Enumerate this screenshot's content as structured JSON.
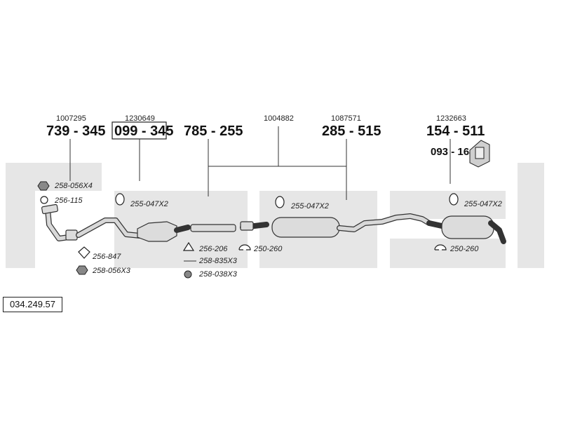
{
  "diagram": {
    "id_label": "034.249.57",
    "ref_numbers": [
      "1007295",
      "1230649",
      "1004882",
      "1087571",
      "1232663"
    ],
    "part_numbers": [
      "739 - 345",
      "099 - 345",
      "785 - 255",
      "285 - 515",
      "154 - 511",
      "093 - 164"
    ],
    "accessories": [
      "258-056X4",
      "256-115",
      "255-047X2",
      "256-847",
      "258-056X3",
      "256-206",
      "250-260",
      "258-835X3",
      "258-038X3",
      "255-047X2",
      "255-047X2",
      "250-260"
    ]
  }
}
